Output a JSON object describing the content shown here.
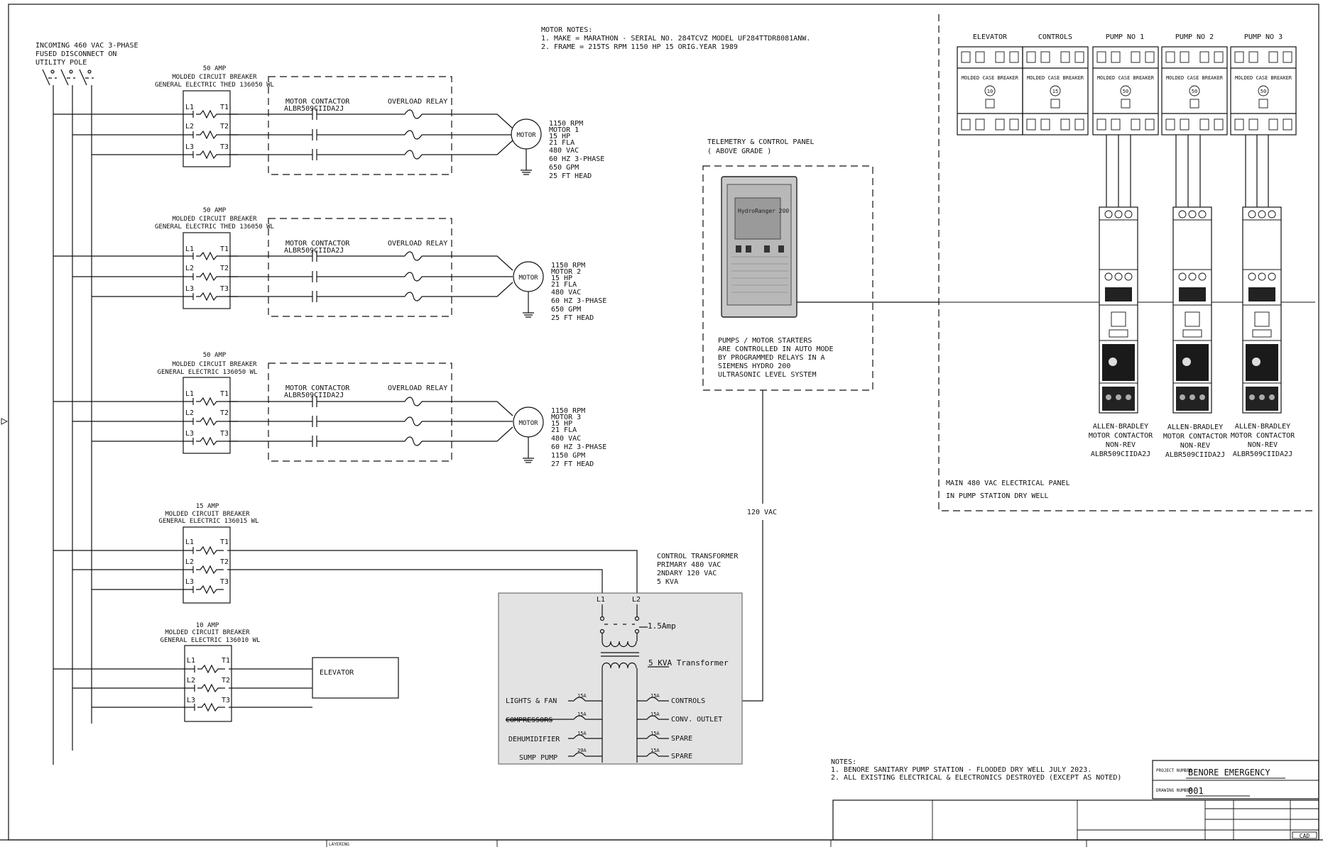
{
  "incoming": [
    "INCOMING 460 VAC 3-PHASE",
    "FUSED DISCONNECT ON",
    "UTILITY POLE"
  ],
  "motor_notes": [
    "MOTOR NOTES:",
    "1. MAKE = MARATHON - SERIAL NO. 284TCVZ MODEL UF284TTDR8081ANW.",
    "2. FRAME = 215TS  RPM 1150  HP 15  ORIG.YEAR 1989"
  ],
  "phase_labels": {
    "l1": "L1",
    "l2": "L2",
    "l3": "L3",
    "t1": "T1",
    "t2": "T2",
    "t3": "T3"
  },
  "breakers": [
    {
      "amp": "50 AMP",
      "type": "MOLDED CIRCUIT BREAKER",
      "model": "GENERAL ELECTRIC THED 136050 WL"
    },
    {
      "amp": "50 AMP",
      "type": "MOLDED CIRCUIT BREAKER",
      "model": "GENERAL ELECTRIC THED 136050 WL"
    },
    {
      "amp": "50 AMP",
      "type": "MOLDED CIRCUIT BREAKER",
      "model": "GENERAL ELECTRIC 136050 WL"
    },
    {
      "amp": "15 AMP",
      "type": "MOLDED CIRCUIT BREAKER",
      "model": "GENERAL ELECTRIC 136015 WL"
    },
    {
      "amp": "10 AMP",
      "type": "MOLDED CIRCUIT BREAKER",
      "model": "GENERAL ELECTRIC 136010 WL"
    }
  ],
  "contactor": {
    "title": "MOTOR CONTACTOR",
    "model": "ALBR509CIIDA2J"
  },
  "overload_relay": "OVERLOAD RELAY",
  "motor_label": "MOTOR",
  "motors": [
    {
      "lines": [
        "1150 RPM",
        "MOTOR 1",
        "15 HP",
        "21 FLA",
        "480 VAC",
        "60 HZ 3-PHASE",
        "650 GPM",
        "25 FT HEAD"
      ]
    },
    {
      "lines": [
        "1150 RPM",
        "MOTOR 2",
        "15 HP",
        "21 FLA",
        "480 VAC",
        "60 HZ 3-PHASE",
        "650 GPM",
        "25 FT HEAD"
      ]
    },
    {
      "lines": [
        "1150 RPM",
        "MOTOR 3",
        "15 HP",
        "21 FLA",
        "480 VAC",
        "60 HZ 3-PHASE",
        "1150 GPM",
        "27 FT HEAD"
      ]
    }
  ],
  "elevator_box": "ELEVATOR",
  "telemetry": {
    "title": [
      "TELEMETRY & CONTROL PANEL",
      "( ABOVE GRADE )"
    ],
    "note": [
      "PUMPS / MOTOR STARTERS",
      "ARE CONTROLLED IN AUTO MODE",
      "BY PROGRAMMED RELAYS IN A",
      "SIEMENS HYDRO 200",
      "ULTRASONIC LEVEL SYSTEM"
    ],
    "device_label": "HydroRanger 200"
  },
  "vac_120": "120 VAC",
  "transformer": {
    "title": [
      "CONTROL TRANSFORMER",
      "PRIMARY 480 VAC",
      "2NDARY 120 VAC",
      "5 KVA"
    ],
    "l1": "L1",
    "l2": "L2",
    "fuse": "1.5Amp",
    "kva": "5 KVA Transformer",
    "left_loads": [
      {
        "label": "LIGHTS & FAN",
        "rating": "15A"
      },
      {
        "label": "COMPRESSORS",
        "rating": "15A"
      },
      {
        "label": "DEHUMIDIFIER",
        "rating": "15A"
      },
      {
        "label": "SUMP PUMP",
        "rating": "20A"
      }
    ],
    "right_loads": [
      {
        "label": "CONTROLS",
        "rating": "15A"
      },
      {
        "label": "CONV. OUTLET",
        "rating": "15A"
      },
      {
        "label": "SPARE",
        "rating": "15A"
      },
      {
        "label": "SPARE",
        "rating": "15A"
      }
    ]
  },
  "panel_breakers": [
    {
      "title": "ELEVATOR",
      "caption": "MOLDED CASE BREAKER",
      "rating": "10"
    },
    {
      "title": "CONTROLS",
      "caption": "MOLDED CASE BREAKER",
      "rating": "15"
    },
    {
      "title": "PUMP NO 1",
      "caption": "MOLDED CASE BREAKER",
      "rating": "50"
    },
    {
      "title": "PUMP NO 2",
      "caption": "MOLDED CASE BREAKER",
      "rating": "50"
    },
    {
      "title": "PUMP NO 3",
      "caption": "MOLDED CASE BREAKER",
      "rating": "50"
    }
  ],
  "ab_contactors": [
    {
      "lines": [
        "ALLEN-BRADLEY",
        "MOTOR CONTACTOR",
        "NON-REV",
        "ALBR509CIIDA2J"
      ]
    },
    {
      "lines": [
        "ALLEN-BRADLEY",
        "MOTOR CONTACTOR",
        "NON-REV",
        "ALBR509CIIDA2J"
      ]
    },
    {
      "lines": [
        "ALLEN-BRADLEY",
        "MOTOR CONTACTOR",
        "NON-REV",
        "ALBR509CIIDA2J"
      ]
    }
  ],
  "main_panel": [
    "MAIN 480 VAC ELECTRICAL PANEL",
    "IN PUMP STATION DRY WELL"
  ],
  "notes": [
    "NOTES:",
    "1. BENORE SANITARY PUMP STATION - FLOODED DRY WELL JULY 2023.",
    "2. ALL EXISTING ELECTRICAL & ELECTRONICS DESTROYED (EXCEPT AS NOTED)"
  ],
  "title_block": {
    "project_caption": "PROJECT NUMBER",
    "project": "BENORE EMERGENCY",
    "drawing_caption": "DRAWING NUMBER",
    "drawing": "001",
    "logo": "CAD",
    "layering": "LAYERING"
  }
}
